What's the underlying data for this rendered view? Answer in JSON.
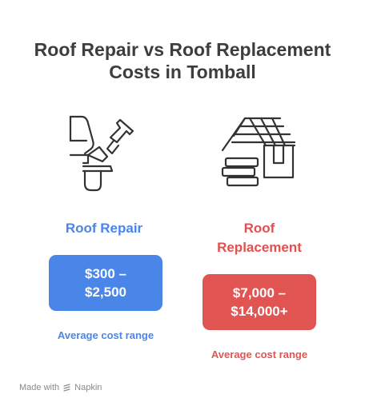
{
  "title": {
    "line1": "Roof Repair vs Roof Replacement",
    "line2": "Costs in Tomball"
  },
  "repair": {
    "label": "Roof Repair",
    "cost_line1": "$300 –",
    "cost_line2": "$2,500",
    "note": "Average cost range",
    "color": "#4a86e8"
  },
  "replacement": {
    "label_line1": "Roof",
    "label_line2": "Replacement",
    "cost_line1": "$7,000 –",
    "cost_line2": "$14,000+",
    "note": "Average cost range",
    "color": "#e05552"
  },
  "footer": {
    "made_with": "Made with",
    "brand": "Napkin"
  },
  "icons": {
    "repair": "roof-repair-tools-icon",
    "replacement": "roof-replacement-house-icon",
    "brand": "napkin-logo-icon"
  }
}
